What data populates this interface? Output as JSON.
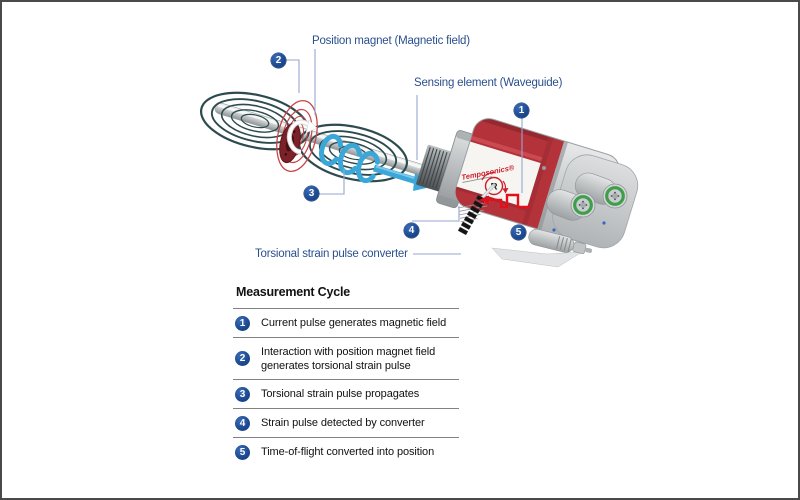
{
  "diagram": {
    "labels": {
      "position_magnet": "Position magnet (Magnetic field)",
      "sensing_element": "Sensing element (Waveguide)",
      "converter": "Torsional strain pulse converter"
    },
    "badges": {
      "b1": "1",
      "b2": "2",
      "b3": "3",
      "b4": "4",
      "b5": "5"
    },
    "device": {
      "brand": "Temposonics®",
      "logo_letter": "R"
    }
  },
  "legend": {
    "title": "Measurement Cycle",
    "items": [
      {
        "num": "1",
        "text": "Current pulse generates magnetic field"
      },
      {
        "num": "2",
        "text": "Interaction with position magnet field generates torsional strain pulse"
      },
      {
        "num": "3",
        "text": "Torsional strain pulse propagates"
      },
      {
        "num": "4",
        "text": "Strain pulse detected by converter"
      },
      {
        "num": "5",
        "text": "Time-of-flight converted into position"
      }
    ]
  },
  "colors": {
    "accent_blue": "#2a4f8f",
    "badge_blue": "#1d4b94",
    "leader_line": "#97a6cf",
    "brand_red": "#e2101c",
    "housing_red": "#b4333b",
    "field_line_dark": "#2d4b4f",
    "magnet_ring_red": "#c84444",
    "pulse_blue": "#3ba7d9",
    "connector_green": "#3f9e4a"
  }
}
